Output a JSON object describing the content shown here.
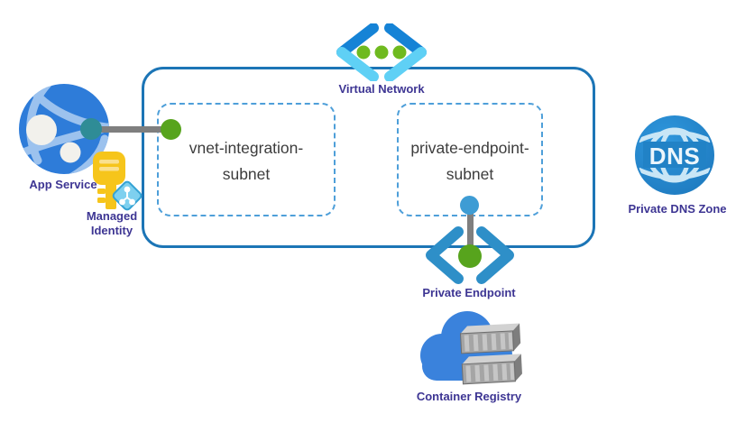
{
  "diagram": {
    "app_service": {
      "label": "App Service"
    },
    "managed_identity": {
      "label": "Managed Identity"
    },
    "virtual_network": {
      "label": "Virtual Network"
    },
    "subnets": [
      {
        "name": "vnet-integration-subnet"
      },
      {
        "name": "private-endpoint-subnet"
      }
    ],
    "private_endpoint": {
      "label": "Private Endpoint"
    },
    "container_registry": {
      "label": "Container Registry"
    },
    "private_dns_zone": {
      "label": "Private DNS Zone",
      "badge": "DNS"
    }
  },
  "colors": {
    "vnet_border": "#1C75B6",
    "subnet_border": "#4E9FD9",
    "connector_gray": "#7F7F7F",
    "green_dot": "#57A41D",
    "blue_dot": "#3E9CD4",
    "teal_dot": "#2F8C96",
    "label_text": "#3D3593",
    "subnet_text": "#3C3C3C",
    "vnet_chevron_dark": "#1583D6",
    "vnet_chevron_light": "#5FD0F5",
    "pe_chevron": "#2E8FC8",
    "app_service_globe": "#2E7CD9",
    "dns_circle": "#2182C6",
    "key_yellow": "#F6C51B",
    "cloud_blue": "#3A82DC"
  }
}
